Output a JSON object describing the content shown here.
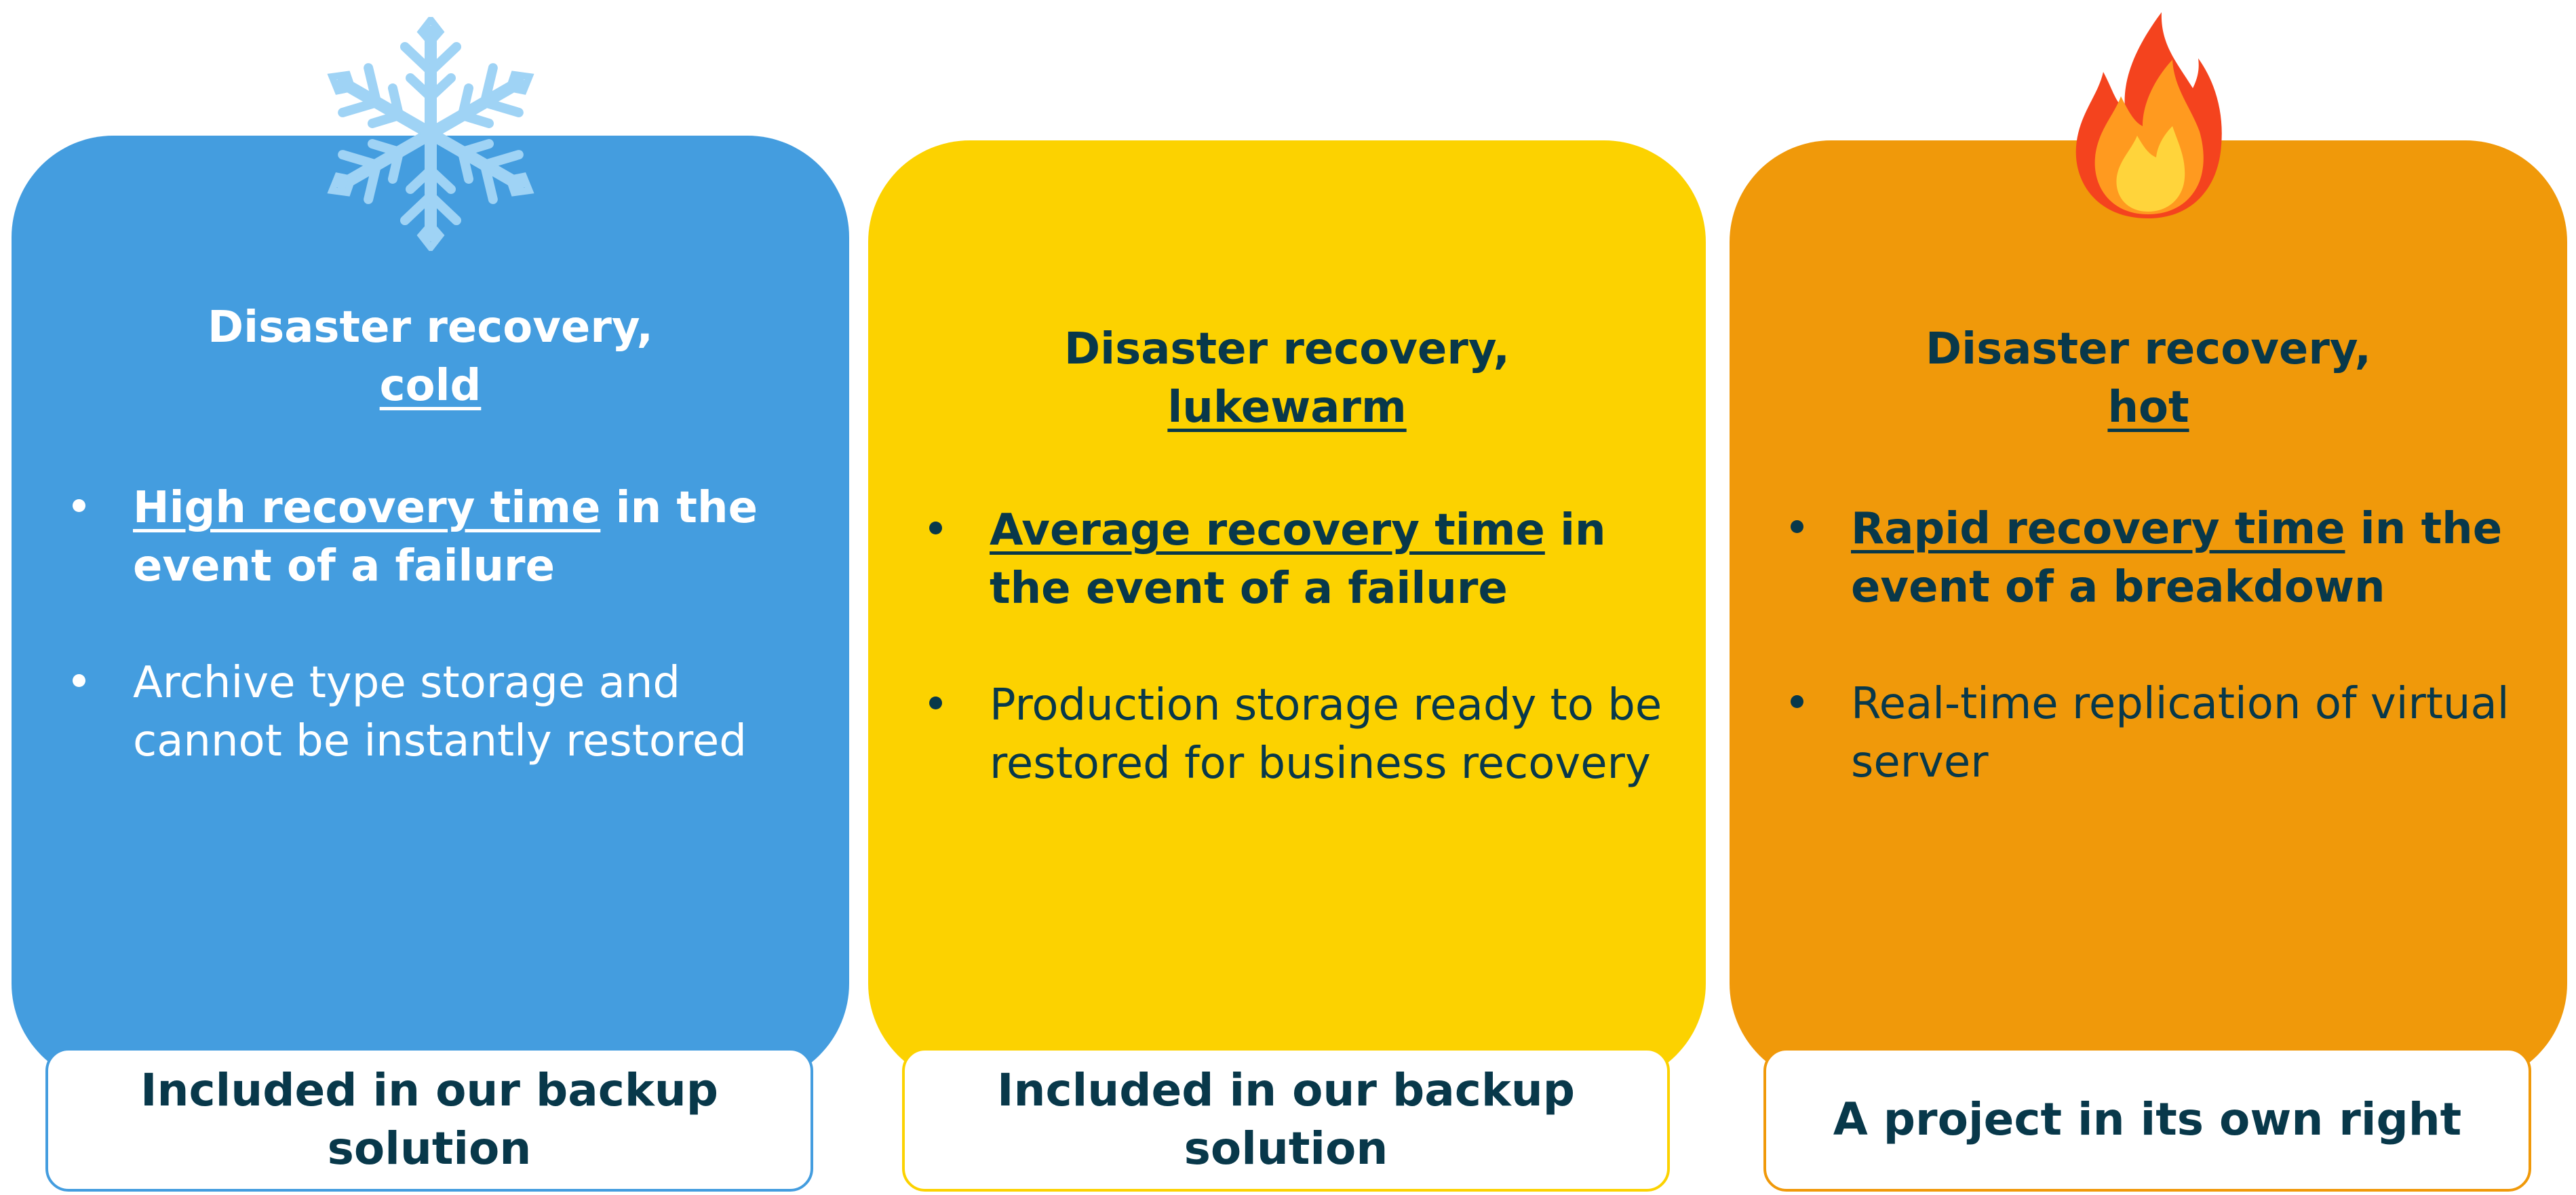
{
  "colors": {
    "cold": "#449DDF",
    "lukewarm": "#FCD200",
    "hot": "#F0990A",
    "dark_text": "#08384A",
    "white_text": "#FFFFFF",
    "footer_cold_border": "#449DDF",
    "footer_luke_border": "#FCD200",
    "footer_hot_border": "#F0990A"
  },
  "cards": [
    {
      "tier": "cold",
      "icon": "snowflake-icon",
      "title_line1": "Disaster recovery,",
      "title_line2": "cold",
      "bullet1_emphasis": "High recovery time",
      "bullet1_rest": " in the event of a failure",
      "bullet2": "Archive type storage and cannot be instantly restored",
      "footer": "Included in our backup solution"
    },
    {
      "tier": "lukewarm",
      "title_line1": "Disaster recovery,",
      "title_line2": "lukewarm",
      "bullet1_emphasis": "Average recovery time",
      "bullet1_rest": " in the event of a failure",
      "bullet2": "Production storage ready to be restored for business recovery",
      "footer": "Included in our backup solution"
    },
    {
      "tier": "hot",
      "icon": "fire-icon",
      "title_line1": "Disaster recovery,",
      "title_line2": "hot",
      "bullet1_emphasis": "Rapid recovery time",
      "bullet1_rest": " in the event of a breakdown",
      "bullet2": "Real-time replication of virtual server",
      "footer": "A project in its own right"
    }
  ]
}
